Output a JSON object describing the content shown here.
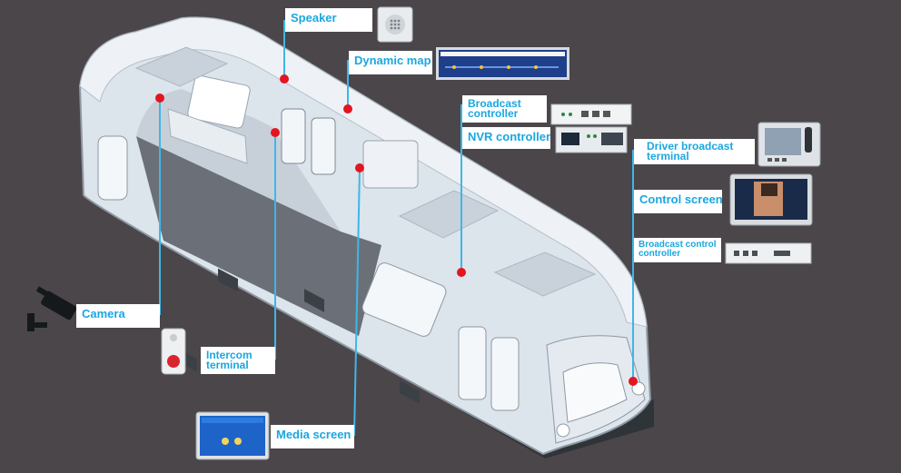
{
  "labels": {
    "speaker": "Speaker",
    "dynamic_map": "Dynamic map",
    "broadcast_controller": "Broadcast controller",
    "nvr_controller": "NVR controller",
    "driver_broadcast_terminal": "Driver broadcast terminal",
    "control_screen": "Control screen",
    "broadcast_control_controller": "Broadcast control controller",
    "camera": "Camera",
    "intercom_terminal": "Intercom terminal",
    "media_screen": "Media screen"
  },
  "colors": {
    "background": "#4b4649",
    "label_text": "#1aa7e0",
    "leader_line": "#3fb6e8",
    "marker": "#e3151f",
    "train_body": "#dfe6ee",
    "train_shadow": "#9aa4ae"
  },
  "icons": {
    "speaker": "speaker-device-icon",
    "dynamic_map": "dynamic-map-display-icon",
    "broadcast_controller": "rack-controller-icon",
    "nvr_controller": "nvr-device-icon",
    "driver_broadcast_terminal": "driver-terminal-icon",
    "control_screen": "control-screen-icon",
    "broadcast_control_controller": "rack-unit-icon",
    "camera": "cctv-camera-icon",
    "intercom_terminal": "intercom-icon",
    "media_screen": "media-screen-icon"
  }
}
